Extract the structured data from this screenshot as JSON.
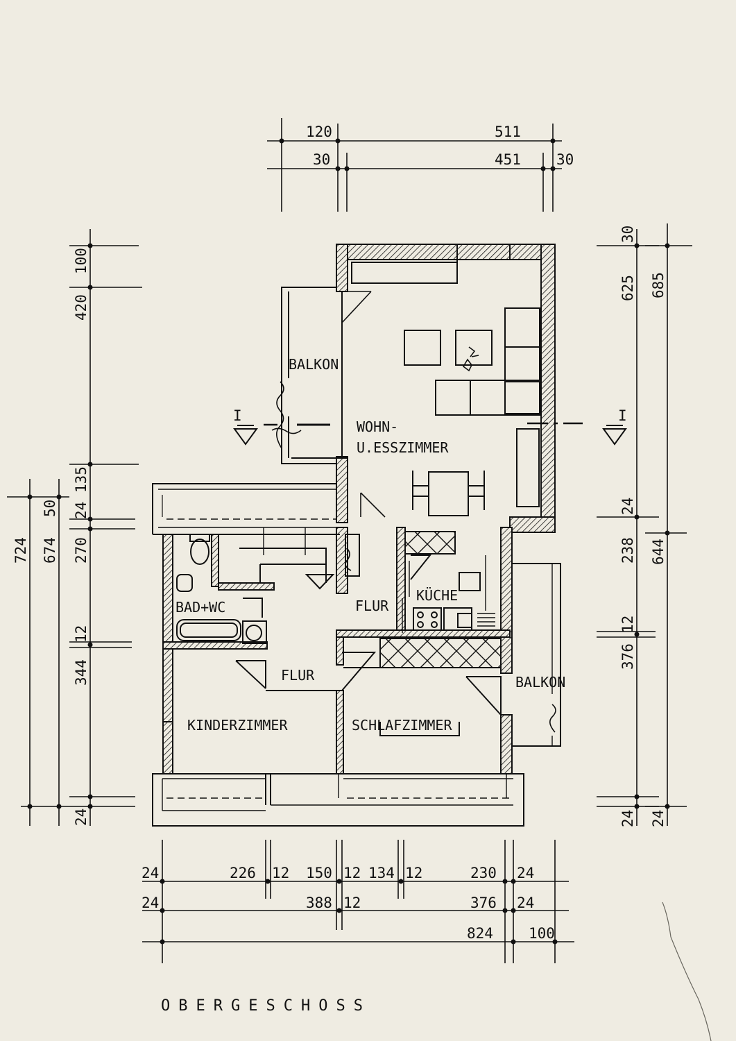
{
  "title": "OBERGESCHOSS",
  "rooms": {
    "wohn_line1": "WOHN-",
    "wohn_line2": "U.ESSZIMMER",
    "balkon_left": "BALKON",
    "balkon_right": "BALKON",
    "bad": "BAD+WC",
    "flur_upper": "FLUR",
    "flur_lower": "FLUR",
    "kueche": "KÜCHE",
    "kinder": "KINDERZIMMER",
    "schlaf": "SCHLAFZIMMER"
  },
  "section_marks": {
    "left": "I",
    "right": "I"
  },
  "dims": {
    "top": {
      "a": "120",
      "b": "511",
      "c": "30",
      "d": "451",
      "e": "30"
    },
    "left_outer": {
      "a": "724",
      "b": "674",
      "c": "50"
    },
    "left_inner": {
      "a": "100",
      "b": "420",
      "c": "135",
      "d": "24",
      "e": "270",
      "f": "12",
      "g": "344",
      "h": "24"
    },
    "right_inner": {
      "a": "30",
      "b": "625",
      "c": "24",
      "d": "238",
      "e": "12",
      "f": "376",
      "g": "24"
    },
    "right_outer": {
      "a": "685",
      "b": "644",
      "c": "24"
    },
    "bottom_row1": {
      "a": "24",
      "b": "226",
      "c": "12",
      "d": "150",
      "e": "12",
      "f": "134",
      "g": "12",
      "h": "230",
      "i": "24"
    },
    "bottom_row2": {
      "a": "24",
      "b": "388",
      "c": "12",
      "d": "376",
      "e": "24"
    },
    "bottom_row3": {
      "a": "824",
      "b": "100"
    }
  }
}
